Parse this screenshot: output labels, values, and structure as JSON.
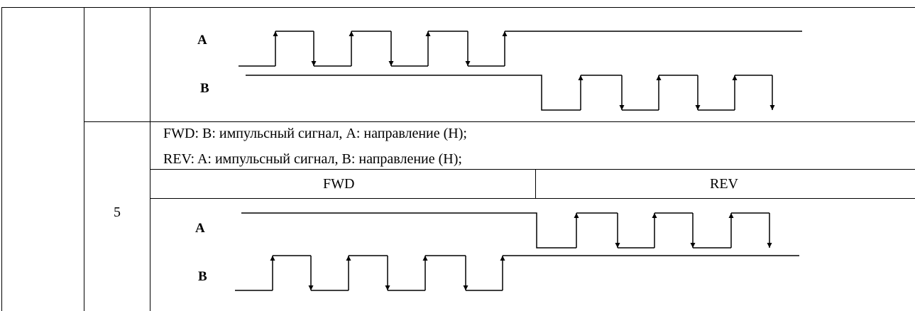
{
  "row_number": "5",
  "description": {
    "fwd_line": "FWD: B: импульсный сигнал, A: направление (H);",
    "rev_line": "REV: A: импульсный сигнал, B: направление (H);"
  },
  "columns": {
    "fwd": "FWD",
    "rev": "REV"
  },
  "top_diagram": {
    "signal_a": "A",
    "signal_b": "B"
  },
  "bottom_diagram": {
    "signal_a": "A",
    "signal_b": "B"
  }
}
